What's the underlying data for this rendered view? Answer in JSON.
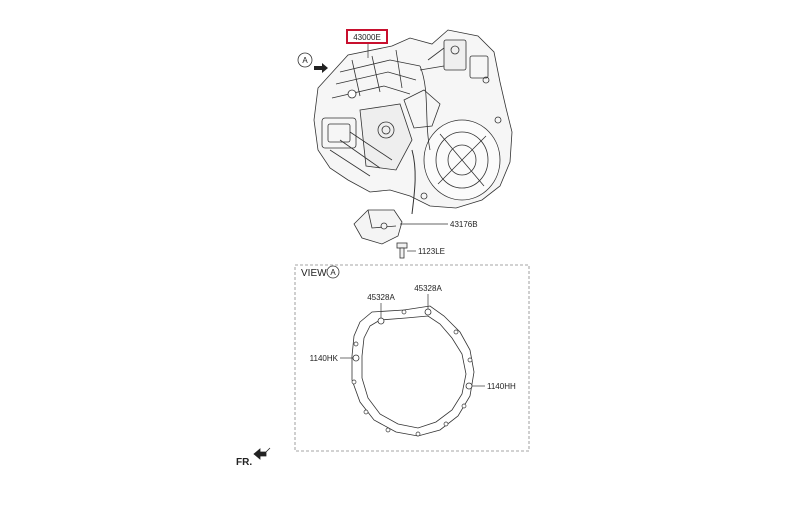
{
  "main_assembly": {
    "part_number": "43000E",
    "highlight_color": "#c8102e"
  },
  "view_marker": "A",
  "parts": {
    "bracket": "43176B",
    "bolt": "1123LE"
  },
  "view_a": {
    "title": "VIEW",
    "marker": "A",
    "callouts": {
      "dowel_left": "45328A",
      "dowel_right": "45328A",
      "bolt_left": "1140HK",
      "bolt_right": "1140HH"
    }
  },
  "direction_label": "FR."
}
